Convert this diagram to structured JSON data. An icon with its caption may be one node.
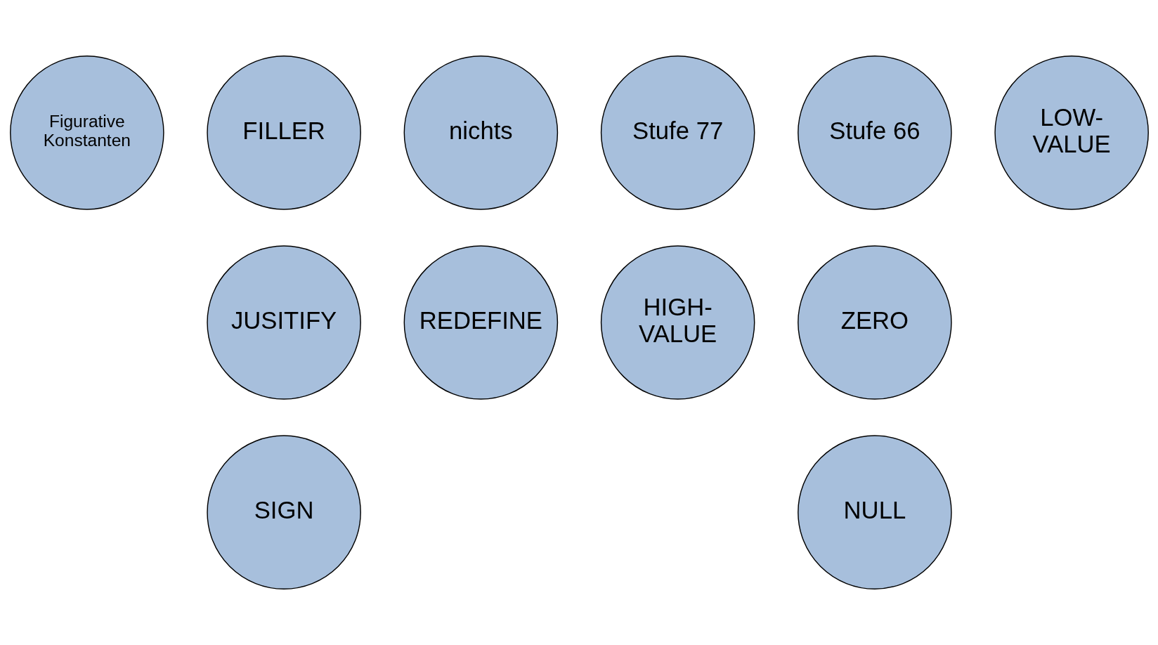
{
  "diagram": {
    "nodes": [
      {
        "text": [
          "Figurative Konstanten"
        ]
      },
      {
        "text": [
          "FILLER"
        ]
      },
      {
        "text": [
          "nichts"
        ]
      },
      {
        "text": [
          "Stufe 66"
        ]
      },
      {
        "text": [
          "ZERO"
        ]
      },
      {
        "text": [
          "Stufe 77"
        ]
      },
      {
        "text": [
          "JUSITIFY"
        ]
      },
      {
        "text": [
          "LOW- VALUE"
        ]
      },
      {
        "text": [
          "REDEFINE"
        ]
      },
      {
        "text": [
          "HIGH- VALUE"
        ]
      },
      {
        "text": [
          "SIGN"
        ]
      },
      {
        "text": [
          "NULL"
        ]
      }
    ]
  }
}
